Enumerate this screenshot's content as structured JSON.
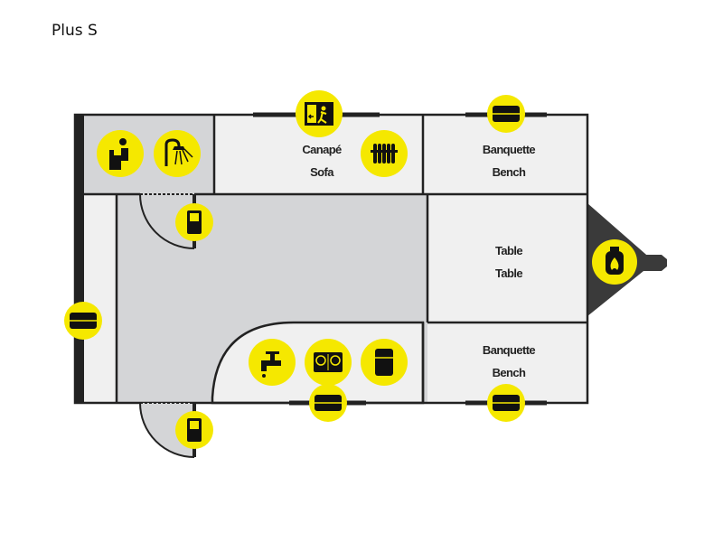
{
  "title": "Plus S",
  "colors": {
    "accent": "#f5e800",
    "wall": "#222222",
    "floor": "#d4d5d7",
    "furniture": "#f0f0f0",
    "drawbar": "#3a3a3a"
  },
  "rooms": {
    "sofa": {
      "line1": "Canapé",
      "line2": "Sofa"
    },
    "bench_top": {
      "line1": "Banquette",
      "line2": "Bench"
    },
    "table": {
      "line1": "Table",
      "line2": "Table"
    },
    "bench_bottom": {
      "line1": "Banquette",
      "line2": "Bench"
    }
  },
  "icons": [
    "toilet-icon",
    "shower-icon",
    "emergency-exit-icon",
    "radiator-icon",
    "window-icon",
    "door-icon",
    "sink-tap-icon",
    "stove-icon",
    "fridge-icon",
    "gas-bottle-icon"
  ]
}
